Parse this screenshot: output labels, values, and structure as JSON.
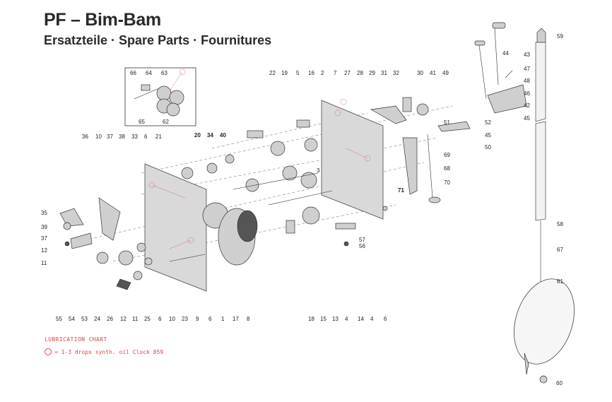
{
  "title": "PF – Bim-Bam",
  "subtitle": "Ersatzteile · Spare Parts · Fournitures",
  "lubrication": {
    "heading": "LUBRICATION CHART",
    "legend_text": "= 1-3 drops synth. oil Clock 859"
  },
  "labels": {
    "top_row": [
      "22",
      "19",
      "5",
      "16",
      "2",
      "7",
      "27",
      "28",
      "29",
      "31",
      "32",
      "30",
      "41",
      "49"
    ],
    "left_row": [
      "36",
      "10",
      "37",
      "38",
      "33",
      "6",
      "21",
      "20",
      "34",
      "40"
    ],
    "bottom_row": [
      "55",
      "54",
      "53",
      "24",
      "26",
      "12",
      "11",
      "25",
      "6",
      "10",
      "23",
      "9",
      "6",
      "1",
      "17",
      "8",
      "18",
      "15",
      "13",
      "4",
      "14",
      "4",
      "6"
    ],
    "inset": [
      "66",
      "64",
      "63",
      "65",
      "62"
    ],
    "left_side": [
      "35",
      "39",
      "37",
      "12",
      "11"
    ],
    "right_small": [
      "3",
      "51",
      "69",
      "68",
      "70",
      "71",
      "52",
      "45",
      "50",
      "57",
      "56"
    ],
    "pendulum": [
      "59",
      "44",
      "43",
      "47",
      "48",
      "46",
      "42",
      "45",
      "58",
      "67",
      "61",
      "60"
    ]
  }
}
